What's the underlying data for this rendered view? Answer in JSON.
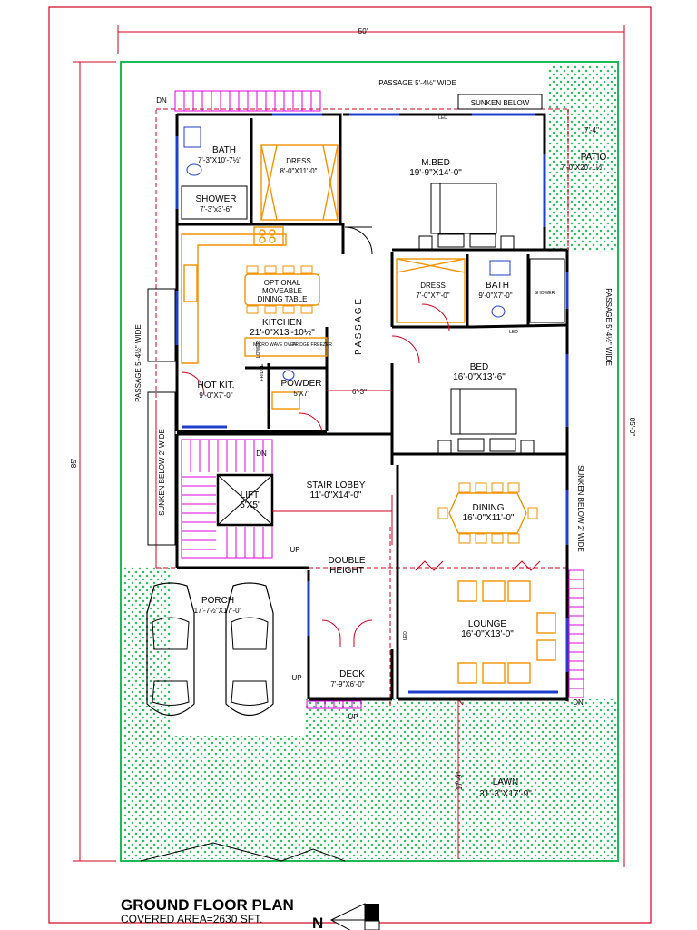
{
  "title": "GROUND FLOOR PLAN",
  "subtitle": "COVERED AREA=2630 SFT.",
  "north": "N",
  "dimensions": {
    "top_width": "50'",
    "right_length": "85'-0\"",
    "left_length": "85'",
    "passage_width": "6'-3\"",
    "lawn_depth": "17'-9\"",
    "patio_width": "7'-4\""
  },
  "rooms": {
    "bath1": {
      "name": "BATH",
      "size": "7'-3\"X10'-7½\""
    },
    "dress1": {
      "name": "DRESS",
      "size": "8'-0\"X11'-0\""
    },
    "shower1": {
      "name": "SHOWER",
      "size": "7'-3\"x3'-6\""
    },
    "mbed": {
      "name": "M.BED",
      "size": "19'-9\"X14'-0\""
    },
    "patio": {
      "name": "PATIO",
      "size": "7'-0\"X20'-1½\""
    },
    "dining_table": {
      "line1": "OPTIONAL",
      "line2": "MOVEABLE",
      "line3": "DINING TABLE"
    },
    "kitchen": {
      "name": "KITCHEN",
      "size": "21'-0\"X13'-10½\""
    },
    "dress2": {
      "name": "DRESS",
      "size": "7'-0\"X7'-0\""
    },
    "bath2": {
      "name": "BATH",
      "size": "9'-0\"X7'-0\""
    },
    "shower2": {
      "name": "SHOWER"
    },
    "hotkit": {
      "name": "HOT KIT.",
      "size": "9'-0\"X7'-0\""
    },
    "powder": {
      "name": "POWDER",
      "size": "5'X7'"
    },
    "bed": {
      "name": "BED",
      "size": "16'-0\"X13'-6\""
    },
    "passage": {
      "name": "P A S S A G E"
    },
    "stair_lobby": {
      "name": "STAIR LOBBY",
      "size": "11'-0\"X14'-0\""
    },
    "lift": {
      "name": "LIFT",
      "size": "5'X5'"
    },
    "dining": {
      "name": "DINING",
      "size": "16'-0\"X11'-0\""
    },
    "double_height": {
      "line1": "DOUBLE",
      "line2": "HEIGHT"
    },
    "porch": {
      "name": "PORCH",
      "size": "17'-7½\"X17'-0\""
    },
    "lounge": {
      "name": "LOUNGE",
      "size": "16'-0\"X13'-0\""
    },
    "deck": {
      "name": "DECK",
      "size": "7'-9\"X6'-0\""
    },
    "lawn": {
      "name": "LAWN",
      "size": "31'-3\"X17'-9\""
    }
  },
  "labels": {
    "passage_top": "PASSAGE 5'-4½\" WIDE",
    "sunken_top": "SUNKEN BELOW",
    "passage_left": "PASSAGE 5'-4½\" WIDE",
    "sunken_left": "SUNKEN BELOW 2' WIDE",
    "passage_right": "PASSAGE 5'-4½\" WIDE",
    "sunken_right": "SUNKEN BELOW 2' WIDE",
    "dn": "DN",
    "up": "UP",
    "led": "LED",
    "fridge": "FRIDGE",
    "fridge_freezer": "FRIDGE FREEZER",
    "microwave": "MICRO WAVE OVEN",
    "lower": "LOWER"
  }
}
